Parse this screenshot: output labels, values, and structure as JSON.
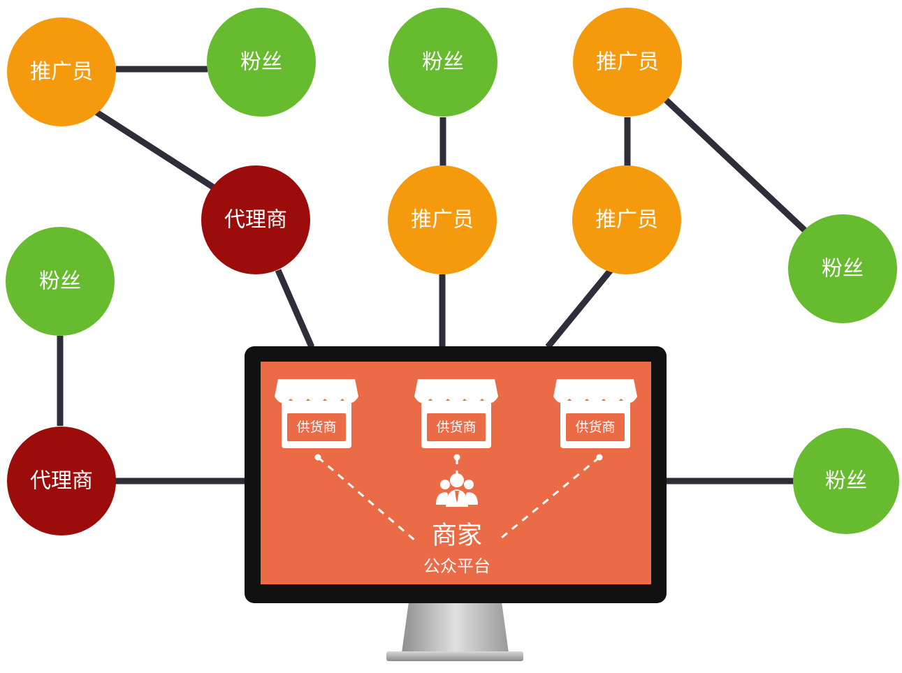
{
  "colors": {
    "promoter": "#f59a0c",
    "fan": "#66bb2e",
    "agent": "#9b0c0a",
    "screen": "#ea6b45",
    "connector": "#2d2e3a",
    "monitor_frame": "#111111",
    "stand": "#bdbdbd"
  },
  "nodes": {
    "promoter_top_left": "推广员",
    "fan_top_left": "粉丝",
    "fan_top_center": "粉丝",
    "promoter_top_right": "推广员",
    "agent_center_left": "代理商",
    "promoter_mid_center": "推广员",
    "promoter_mid_right": "推广员",
    "fan_right": "粉丝",
    "fan_mid_left": "粉丝",
    "agent_bottom_left": "代理商",
    "fan_bottom_right": "粉丝"
  },
  "screen": {
    "suppliers": [
      "供货商",
      "供货商",
      "供货商"
    ],
    "merchant_label": "商家",
    "platform_label": "公众平台",
    "icons": [
      "shop-icon",
      "people-icon"
    ]
  }
}
